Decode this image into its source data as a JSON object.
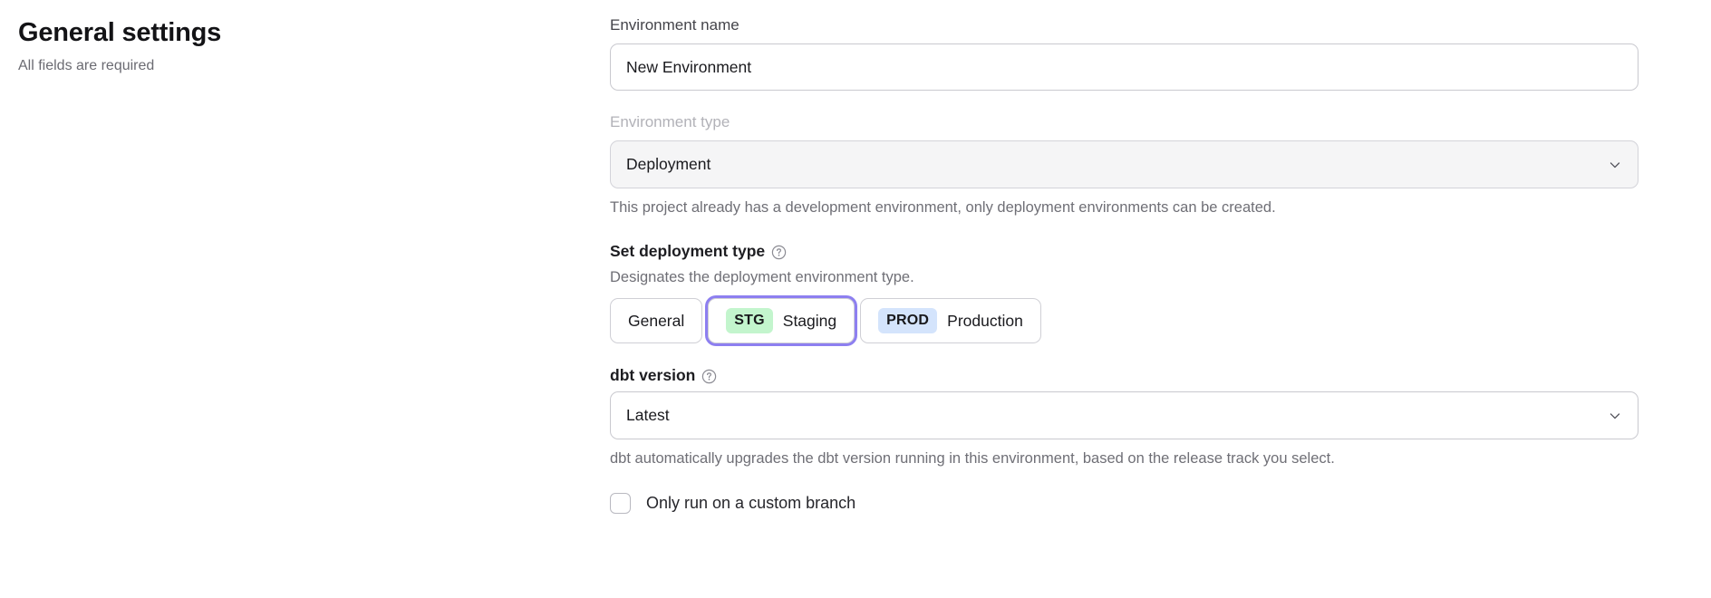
{
  "header": {
    "title": "General settings",
    "subtitle": "All fields are required"
  },
  "form": {
    "environment_name": {
      "label": "Environment name",
      "value": "New Environment",
      "placeholder": "Environment name"
    },
    "environment_type": {
      "label": "Environment type",
      "value": "Deployment",
      "disabled": "true",
      "helper": "This project already has a development environment, only deployment environments can be created.",
      "chevron_icon": "chevron-down-icon"
    },
    "deployment_type": {
      "label": "Set deployment type",
      "help_icon": "question-circle-icon",
      "helper": "Designates the deployment environment type.",
      "options": [
        {
          "badge": "",
          "label": "General",
          "selected": "false",
          "badge_color": ""
        },
        {
          "badge": "STG",
          "label": "Staging",
          "selected": "true",
          "badge_color": "#c3f5cd"
        },
        {
          "badge": "PROD",
          "label": "Production",
          "selected": "false",
          "badge_color": "#d4e4fc"
        }
      ],
      "focus_ring_color": "#8d7ff0"
    },
    "dbt_version": {
      "label": "dbt version",
      "help_icon": "question-circle-icon",
      "value": "Latest",
      "helper": "dbt automatically upgrades the dbt version running in this environment, based on the release track you select.",
      "chevron_icon": "chevron-down-icon"
    },
    "custom_branch": {
      "label": "Only run on a custom branch",
      "checked": "false"
    }
  },
  "colors": {
    "accent_focus": "#8d7ff0",
    "badge_staging": "#c3f5cd",
    "badge_production": "#d4e4fc",
    "border": "#c9c9cf",
    "muted_text": "#6f6f76",
    "disabled_text": "#b2b2b8"
  }
}
